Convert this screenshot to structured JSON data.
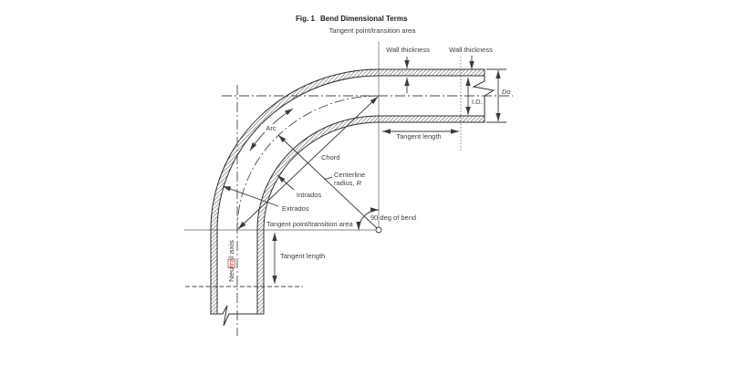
{
  "figure": {
    "title": {
      "fig": "Fig. 1",
      "text": "Bend Dimensional Terms"
    },
    "labels": {
      "tangent_point_top": "Tangent point/transition area",
      "wall_thickness_left": "Wall thickness",
      "wall_thickness_right": "Wall thickness",
      "outside_diameter": "Do",
      "inside_diameter": "I.D.",
      "tangent_length_top": "Tangent length",
      "tangent_length_bottom": "Tangent length",
      "arc": "Arc",
      "chord": "Chord",
      "centerline_radius_line1": "Centerline",
      "centerline_radius_line2_prefix": "radius, ",
      "centerline_radius_symbol": "R",
      "intrados": "Intrados",
      "extrados": "Extrados",
      "bend_angle": "90 deg of bend",
      "tangent_point_bottom": "Tangent point/transition area",
      "neutral_axis": {
        "pre": "Neut",
        "marked": "ra",
        "post": "l axis"
      }
    },
    "colors": {
      "line": "#3a3a3a",
      "witness": "#8a8a8a",
      "text": "#3d3d3d",
      "marked": "#c0392b",
      "background": "#ffffff"
    }
  }
}
